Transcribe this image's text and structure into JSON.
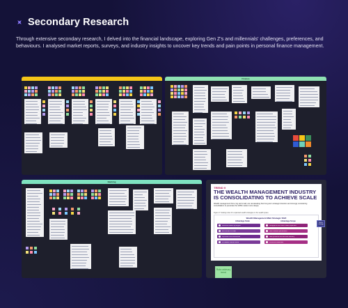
{
  "header": {
    "title": "Secondary Research",
    "description": "Through extensive secondary research, I delved into the financial landscape, exploring Gen Z's and millennials' challenges, preferences, and behaviours. I analysed market reports, surveys, and industry insights to uncover key trends and pain points in personal finance management."
  },
  "boards": [
    {
      "label": "",
      "bar_color": "#f5c518"
    },
    {
      "label": "Finance",
      "bar_color": "#8fe0b3"
    },
    {
      "label": "Banking",
      "bar_color": "#7fe3c0"
    },
    {
      "label": "",
      "bar_color": "#262738"
    }
  ],
  "wealth_card": {
    "trend": "TREND 9",
    "title": "THE WEALTH MANAGEMENT INDUSTRY IS CONSOLIDATING TO ACHIEVE SCALE",
    "body": "Wealth management firms, big and small, are reevaluating their long-term strategic direction and strongly considering consolidation to penetrate the HNW market more deeply.",
    "figure": "Figure 6: Scaling relies for expanded wealth strategies in the wealth space",
    "chart_title": "Wealth Management M&A Strategic Shift",
    "col_left": "Advantage Scale",
    "col_right": "Advantage Scope",
    "left_items": [
      "Revenue-based synergies",
      "Economies of scale",
      "Improved cost efficiencies",
      "Increased market share"
    ],
    "right_items": [
      "Geographic and client base expansion",
      "New markets penetration",
      "New products and services delivery",
      "Workflow value-add"
    ],
    "side_note": "Shift in strategy",
    "green_note": "Robo advisory trend"
  },
  "colors": {
    "background": "#141238",
    "accent": "#8d7cff",
    "wm_purple": "#6f2e8f",
    "wm_magenta": "#a02a7a"
  }
}
